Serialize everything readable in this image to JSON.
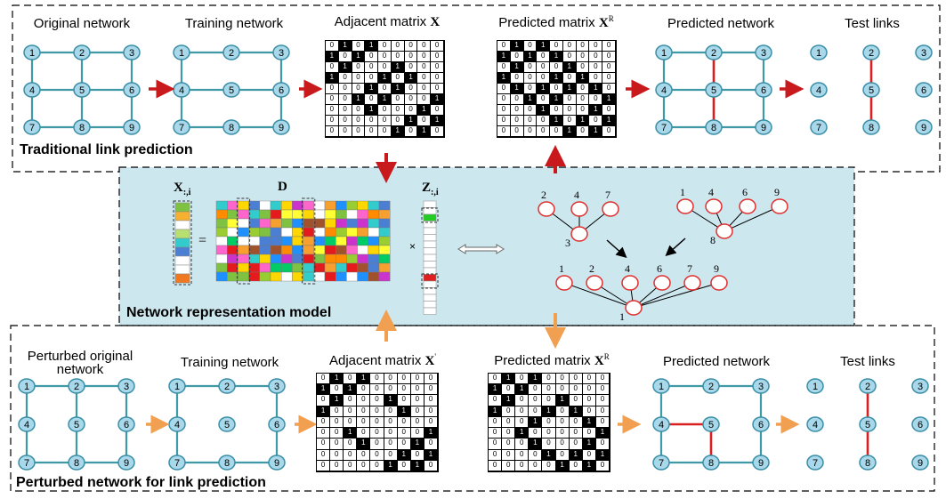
{
  "colors": {
    "node_fill": "#a8d8ea",
    "node_stroke": "#3a8fa6",
    "edge": "#3f9aa6",
    "predicted_edge": "#d92020",
    "red_arrow": "#c8191c",
    "orange_arrow": "#f0a050",
    "model_bg": "#cde7ef",
    "tree_node": "#e03030"
  },
  "top_section": {
    "title": "Traditional link prediction",
    "stages": [
      {
        "label": "Original network"
      },
      {
        "label": "Training network"
      },
      {
        "label": "Adjacent matrix",
        "symbol": "X"
      },
      {
        "label": "Predicted matrix",
        "symbol": "X",
        "sup": "R"
      },
      {
        "label": "Predicted network"
      },
      {
        "label": "Test links"
      }
    ],
    "matrix_x": [
      [
        0,
        1,
        0,
        1,
        0,
        0,
        0,
        0,
        0
      ],
      [
        1,
        0,
        1,
        0,
        0,
        0,
        0,
        0,
        0
      ],
      [
        0,
        1,
        0,
        0,
        0,
        1,
        0,
        0,
        0
      ],
      [
        1,
        0,
        0,
        0,
        1,
        0,
        1,
        0,
        0
      ],
      [
        0,
        0,
        0,
        1,
        0,
        1,
        0,
        0,
        0
      ],
      [
        0,
        0,
        1,
        0,
        1,
        0,
        0,
        0,
        1
      ],
      [
        0,
        0,
        0,
        1,
        0,
        0,
        0,
        1,
        0
      ],
      [
        0,
        0,
        0,
        0,
        0,
        0,
        1,
        0,
        1
      ],
      [
        0,
        0,
        0,
        0,
        0,
        1,
        0,
        1,
        0
      ]
    ],
    "matrix_xr": [
      [
        0,
        1,
        0,
        1,
        0,
        0,
        0,
        0,
        0
      ],
      [
        1,
        0,
        1,
        0,
        1,
        0,
        0,
        0,
        0
      ],
      [
        0,
        1,
        0,
        0,
        0,
        1,
        0,
        0,
        0
      ],
      [
        1,
        0,
        0,
        0,
        1,
        0,
        1,
        0,
        0
      ],
      [
        0,
        1,
        0,
        1,
        0,
        1,
        0,
        1,
        0
      ],
      [
        0,
        0,
        1,
        0,
        1,
        0,
        0,
        0,
        1
      ],
      [
        0,
        0,
        0,
        1,
        0,
        0,
        0,
        1,
        0
      ],
      [
        0,
        0,
        0,
        0,
        1,
        0,
        1,
        0,
        1
      ],
      [
        0,
        0,
        0,
        0,
        0,
        1,
        0,
        1,
        0
      ]
    ]
  },
  "middle_section": {
    "title": "Network representation model",
    "x_col_label": "X",
    "x_col_sub": ":,i",
    "d_label": "D",
    "z_col_label": "Z",
    "z_col_sub": ":,i",
    "equals": "=",
    "times": "×",
    "tree_a": {
      "root": "3",
      "children": [
        "2",
        "4",
        "7"
      ]
    },
    "tree_b": {
      "root": "8",
      "children": [
        "1",
        "4",
        "6",
        "9"
      ]
    },
    "tree_c": {
      "root": "1",
      "children": [
        "1",
        "2",
        "4",
        "6",
        "7",
        "9"
      ]
    }
  },
  "bottom_section": {
    "title": "Perturbed network for link prediction",
    "stages": [
      {
        "label": "Perturbed original",
        "label2": "network"
      },
      {
        "label": "Training network"
      },
      {
        "label": "Adjacent matrix",
        "symbol": "X",
        "sup": "'"
      },
      {
        "label": "Predicted matrix",
        "symbol": "X",
        "sup": "R"
      },
      {
        "label": "Predicted network"
      },
      {
        "label": "Test links"
      }
    ],
    "matrix_x": [
      [
        0,
        1,
        0,
        1,
        0,
        0,
        0,
        0,
        0
      ],
      [
        1,
        0,
        1,
        0,
        0,
        0,
        0,
        0,
        0
      ],
      [
        0,
        1,
        0,
        0,
        0,
        1,
        0,
        0,
        0
      ],
      [
        1,
        0,
        0,
        0,
        0,
        0,
        1,
        0,
        0
      ],
      [
        0,
        0,
        0,
        0,
        0,
        0,
        0,
        0,
        0
      ],
      [
        0,
        0,
        1,
        0,
        0,
        0,
        0,
        0,
        1
      ],
      [
        0,
        0,
        0,
        1,
        0,
        0,
        0,
        1,
        0
      ],
      [
        0,
        0,
        0,
        0,
        0,
        0,
        1,
        0,
        1
      ],
      [
        0,
        0,
        0,
        0,
        0,
        1,
        0,
        1,
        0
      ]
    ],
    "matrix_xr": [
      [
        0,
        1,
        0,
        1,
        0,
        0,
        0,
        0,
        0
      ],
      [
        1,
        0,
        1,
        0,
        0,
        0,
        0,
        0,
        0
      ],
      [
        0,
        1,
        0,
        0,
        0,
        1,
        0,
        0,
        0
      ],
      [
        1,
        0,
        0,
        0,
        1,
        0,
        1,
        0,
        0
      ],
      [
        0,
        0,
        0,
        1,
        0,
        0,
        0,
        1,
        0
      ],
      [
        0,
        0,
        1,
        0,
        0,
        0,
        0,
        0,
        1
      ],
      [
        0,
        0,
        0,
        1,
        0,
        0,
        0,
        1,
        0
      ],
      [
        0,
        0,
        0,
        0,
        1,
        0,
        1,
        0,
        1
      ],
      [
        0,
        0,
        0,
        0,
        0,
        1,
        0,
        1,
        0
      ]
    ]
  },
  "node_ids": [
    "1",
    "2",
    "3",
    "4",
    "5",
    "6",
    "7",
    "8",
    "9"
  ]
}
